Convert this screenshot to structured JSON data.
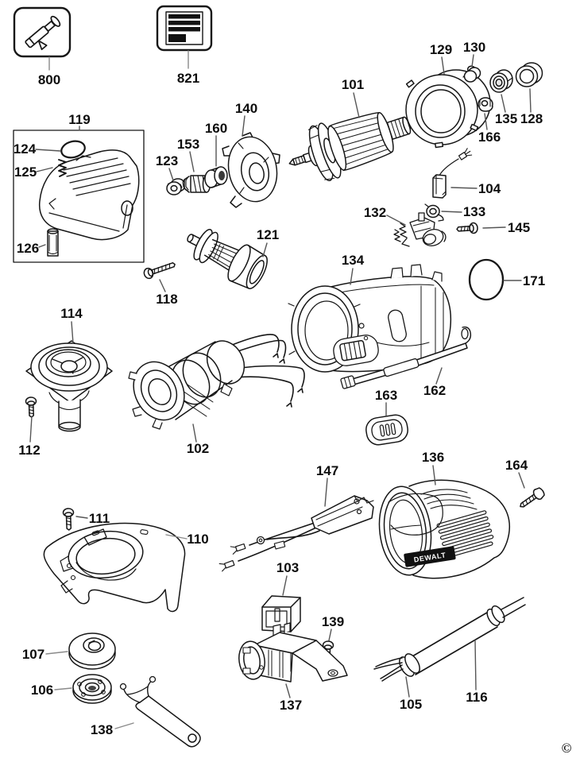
{
  "page": {
    "copyright": "©"
  },
  "brand": {
    "logo_text": "DEWALT"
  },
  "parts": {
    "p800": {
      "num": "800"
    },
    "p821": {
      "num": "821"
    },
    "p101": {
      "num": "101"
    },
    "p102": {
      "num": "102"
    },
    "p103": {
      "num": "103"
    },
    "p104": {
      "num": "104"
    },
    "p105": {
      "num": "105"
    },
    "p106": {
      "num": "106"
    },
    "p107": {
      "num": "107"
    },
    "p110": {
      "num": "110"
    },
    "p111": {
      "num": "111"
    },
    "p112": {
      "num": "112"
    },
    "p114": {
      "num": "114"
    },
    "p116": {
      "num": "116"
    },
    "p118": {
      "num": "118"
    },
    "p119": {
      "num": "119"
    },
    "p121": {
      "num": "121"
    },
    "p123": {
      "num": "123"
    },
    "p124": {
      "num": "124"
    },
    "p125": {
      "num": "125"
    },
    "p126": {
      "num": "126"
    },
    "p128": {
      "num": "128"
    },
    "p129": {
      "num": "129"
    },
    "p130": {
      "num": "130"
    },
    "p132": {
      "num": "132"
    },
    "p133": {
      "num": "133"
    },
    "p134": {
      "num": "134"
    },
    "p135": {
      "num": "135"
    },
    "p136": {
      "num": "136"
    },
    "p137": {
      "num": "137"
    },
    "p138": {
      "num": "138"
    },
    "p139": {
      "num": "139"
    },
    "p140": {
      "num": "140"
    },
    "p145": {
      "num": "145"
    },
    "p147": {
      "num": "147"
    },
    "p153": {
      "num": "153"
    },
    "p160": {
      "num": "160"
    },
    "p162": {
      "num": "162"
    },
    "p163": {
      "num": "163"
    },
    "p164": {
      "num": "164"
    },
    "p166": {
      "num": "166"
    },
    "p171": {
      "num": "171"
    }
  }
}
